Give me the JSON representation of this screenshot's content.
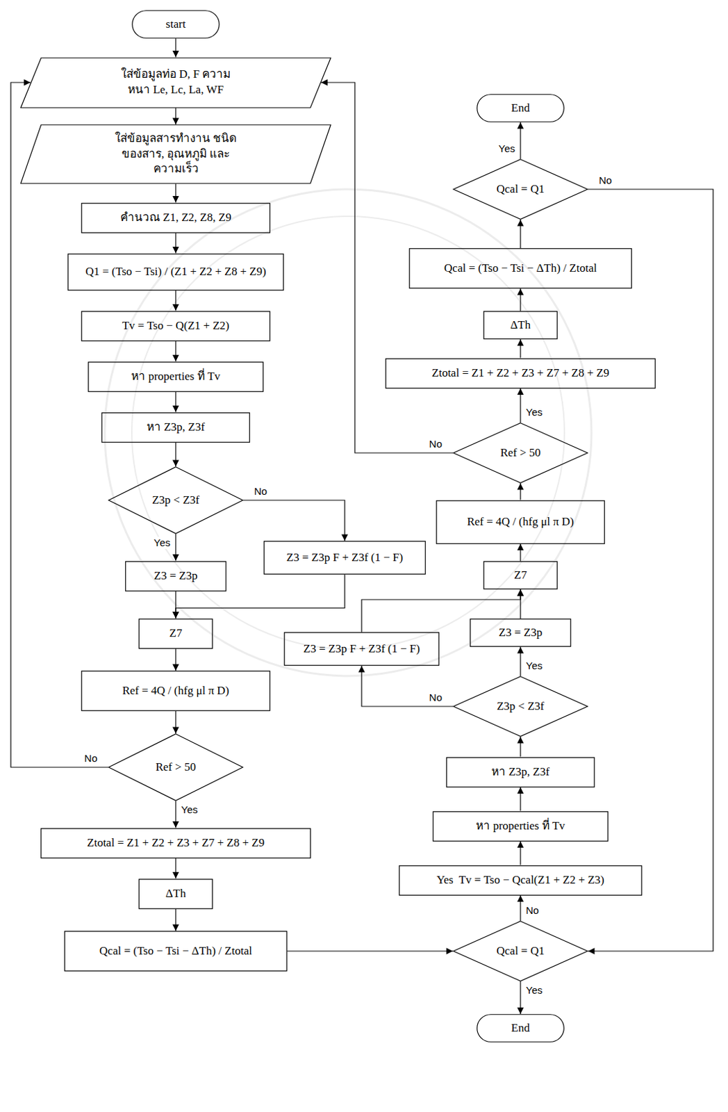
{
  "diagram": {
    "nodes": [
      {
        "text": [
          "start"
        ]
      },
      {
        "text": [
          "ใส่ข้อมูลท่อ D, F ความหนา Le, Lc, La, WF"
        ]
      },
      {
        "text": [
          "ใส่ข้อมูลสารทำงาน ชนิดของสาร, อุณหภูมิ และความเร็ว"
        ]
      },
      {
        "text": [
          "คำนวณ Z1, Z2, Z8, Z9"
        ]
      },
      {
        "text": [
          "Q1 = (Tso − Tsi) / (Z1 + Z2 + Z8 + Z9)"
        ]
      },
      {
        "text": [
          "Tv = Tso − Q(Z1 + Z2)"
        ]
      },
      {
        "text": [
          "หา properties ที่ Tv"
        ]
      },
      {
        "text": [
          "หา Z3p, Z3f"
        ]
      },
      {
        "text": [
          "Z3p < Z3f"
        ]
      },
      {
        "text": [
          "Z3 = Z3p F + Z3f (1 − F)"
        ]
      },
      {
        "text": [
          "Z3 = Z3p"
        ]
      },
      {
        "text": [
          "Z7"
        ]
      },
      {
        "text": [
          "Ref = 4Q / (hfg μl π D)"
        ]
      },
      {
        "text": [
          "Ref > 50"
        ]
      },
      {
        "text": [
          "Ztotal = Z1 + Z2 + Z3 + Z7 + Z8 + Z9"
        ]
      },
      {
        "text": [
          "ΔTh"
        ]
      },
      {
        "text": [
          "Qcal = (Tso − Tsi − ΔTh) / Ztotal"
        ]
      },
      {
        "text": [
          "Qcal = Q1"
        ]
      },
      {
        "text": [
          "End"
        ]
      },
      {
        "text": [
          "Yes",
          "Tv = Tso − Qcal(Z1 + Z2 + Z3)"
        ]
      },
      {
        "text": [
          "หา properties ที่ Tv"
        ]
      },
      {
        "text": [
          "หา Z3p, Z3f"
        ]
      },
      {
        "text": [
          "Z3p < Z3f"
        ]
      },
      {
        "text": [
          "Z3 = Z3p F + Z3f (1 − F)"
        ]
      },
      {
        "text": [
          "Z3 = Z3p"
        ]
      },
      {
        "text": [
          "Z7"
        ]
      },
      {
        "text": [
          "Ref = 4Q / (hfg μl π D)"
        ]
      },
      {
        "text": [
          "Ref > 50"
        ]
      },
      {
        "text": [
          "Ztotal = Z1 + Z2 + Z3 + Z7 + Z8 + Z9"
        ]
      },
      {
        "text": [
          "ΔTh"
        ]
      },
      {
        "text": [
          "Qcal = (Tso − Tsi − ΔTh) / Ztotal"
        ]
      },
      {
        "text": [
          "Qcal = Q1"
        ]
      },
      {
        "text": [
          "End"
        ]
      }
    ],
    "edges": [
      {
        "from": 0,
        "to": 1,
        "arrow": "to"
      },
      {
        "from": 1,
        "to": 2,
        "arrow": "to"
      },
      {
        "from": 2,
        "to": 3,
        "arrow": "to"
      },
      {
        "from": 3,
        "to": 4,
        "arrow": "to"
      },
      {
        "from": 4,
        "to": 5,
        "arrow": "to"
      },
      {
        "from": 5,
        "to": 6,
        "arrow": "to"
      },
      {
        "from": 6,
        "to": 7,
        "arrow": "to"
      },
      {
        "from": 7,
        "to": 8,
        "arrow": "to"
      },
      {
        "from": 8,
        "to": 10,
        "label": "Yes",
        "arrow": "to"
      },
      {
        "from": 8,
        "to": 9,
        "label": "No",
        "arrow": "to"
      },
      {
        "from": 9,
        "to": 11,
        "arrow": "to"
      },
      {
        "from": 10,
        "to": 11,
        "arrow": "to"
      },
      {
        "from": 11,
        "to": 12,
        "arrow": "to"
      },
      {
        "from": 12,
        "to": 13,
        "arrow": "to"
      },
      {
        "from": 13,
        "to": 1,
        "label": "No",
        "arrow": "to"
      },
      {
        "from": 13,
        "to": 14,
        "label": "Yes",
        "arrow": "to"
      },
      {
        "from": 14,
        "to": 15,
        "arrow": "to"
      },
      {
        "from": 15,
        "to": 16,
        "arrow": "to"
      },
      {
        "from": 16,
        "to": 17,
        "arrow": "to"
      },
      {
        "from": 17,
        "to": 18,
        "label": "Yes",
        "arrow": "to"
      },
      {
        "from": 17,
        "to": 19,
        "label": "No",
        "arrow": "to"
      },
      {
        "from": 19,
        "to": 20,
        "arrow": "to"
      },
      {
        "from": 20,
        "to": 21,
        "arrow": "to"
      },
      {
        "from": 21,
        "to": 22,
        "arrow": "to"
      },
      {
        "from": 22,
        "to": 24,
        "label": "Yes",
        "arrow": "to"
      },
      {
        "from": 22,
        "to": 23,
        "label": "No",
        "arrow": "to"
      },
      {
        "from": 23,
        "to": 25,
        "arrow": "to"
      },
      {
        "from": 24,
        "to": 25,
        "arrow": "to"
      },
      {
        "from": 25,
        "to": 26,
        "arrow": "to"
      },
      {
        "from": 26,
        "to": 27,
        "arrow": "to"
      },
      {
        "from": 27,
        "to": 28,
        "label": "Yes",
        "arrow": "to"
      },
      {
        "from": 27,
        "to": 1,
        "label": "No",
        "arrow": "to"
      },
      {
        "from": 28,
        "to": 29,
        "arrow": "to"
      },
      {
        "from": 29,
        "to": 30,
        "arrow": "to"
      },
      {
        "from": 30,
        "to": 31,
        "arrow": "to"
      },
      {
        "from": 31,
        "to": 32,
        "label": "Yes",
        "arrow": "to"
      },
      {
        "from": 31,
        "to": 17,
        "label": "No",
        "arrow": "to"
      }
    ]
  }
}
